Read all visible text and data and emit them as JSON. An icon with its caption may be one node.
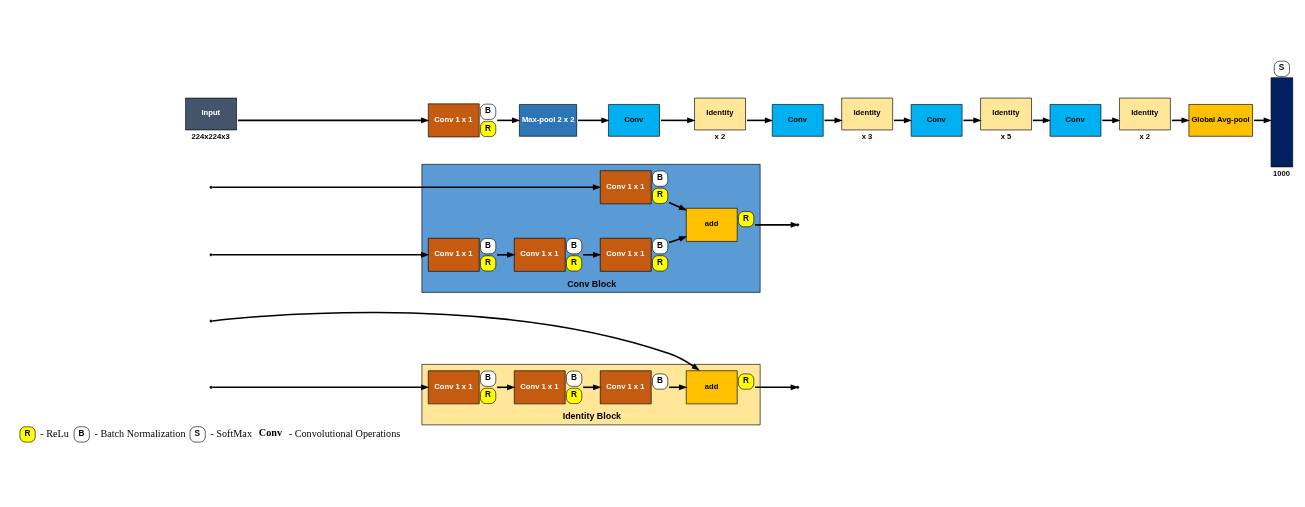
{
  "diagram": {
    "nodes": [
      {
        "text": [
          "Input"
        ],
        "beside": [
          "224x224x3"
        ]
      },
      {
        "text": [
          "Conv 1 x 1"
        ],
        "beside": [
          "B",
          "R"
        ]
      },
      {
        "text": [
          "Max-pool 2 x 2"
        ]
      },
      {
        "text": [
          "Conv"
        ]
      },
      {
        "text": [
          "Identity"
        ],
        "beside": [
          "x 2"
        ]
      },
      {
        "text": [
          "Conv"
        ]
      },
      {
        "text": [
          "Identity"
        ],
        "beside": [
          "x 3"
        ]
      },
      {
        "text": [
          "Conv"
        ]
      },
      {
        "text": [
          "Identity"
        ],
        "beside": [
          "x 5"
        ]
      },
      {
        "text": [
          "Conv"
        ]
      },
      {
        "text": [
          "Identity"
        ],
        "beside": [
          "x 2"
        ]
      },
      {
        "text": [
          "Global Avg-pool"
        ]
      },
      {
        "text": [],
        "shape": "bar",
        "beside": [
          "S",
          "1000"
        ]
      },
      {
        "text": [
          "Conv Block"
        ]
      },
      {
        "text": [
          "Conv 1 x 1"
        ],
        "in": 13,
        "beside": [
          "B",
          "R"
        ]
      },
      {
        "text": [
          "Conv 1 x 1"
        ],
        "in": 13,
        "beside": [
          "B",
          "R"
        ]
      },
      {
        "text": [
          "Conv 1 x 1"
        ],
        "in": 13,
        "beside": [
          "B",
          "R"
        ]
      },
      {
        "text": [
          "add"
        ],
        "in": 13,
        "beside": [
          "R"
        ]
      },
      {
        "text": [
          "Conv 1 x 1"
        ],
        "in": 13,
        "beside": [
          "B",
          "R"
        ]
      },
      {
        "text": [
          "Identity Block"
        ]
      },
      {
        "text": [
          "Conv 1 x 1"
        ],
        "in": 19,
        "beside": [
          "B",
          "R"
        ]
      },
      {
        "text": [
          "Conv 1 x 1"
        ],
        "in": 19,
        "beside": [
          "B",
          "R"
        ]
      },
      {
        "text": [
          "Conv 1 x 1"
        ],
        "in": 19,
        "beside": [
          "B"
        ]
      },
      {
        "text": [
          "add"
        ],
        "in": 19,
        "beside": [
          "R"
        ]
      }
    ],
    "edges": [
      {
        "from": 0,
        "to": 1,
        "arrow": "to"
      },
      {
        "from": 1,
        "to": 2,
        "arrow": "to"
      },
      {
        "from": 2,
        "to": 3,
        "arrow": "to"
      },
      {
        "from": 3,
        "to": 4,
        "arrow": "to"
      },
      {
        "from": 4,
        "to": 5,
        "arrow": "to"
      },
      {
        "from": 5,
        "to": 6,
        "arrow": "to"
      },
      {
        "from": 6,
        "to": 7,
        "arrow": "to"
      },
      {
        "from": 7,
        "to": 8,
        "arrow": "to"
      },
      {
        "from": 8,
        "to": 9,
        "arrow": "to"
      },
      {
        "from": 9,
        "to": 10,
        "arrow": "to"
      },
      {
        "from": 10,
        "to": 11,
        "arrow": "to"
      },
      {
        "from": 11,
        "to": 12,
        "arrow": "to"
      },
      {
        "from": null,
        "to": 14,
        "arrow": "to"
      },
      {
        "from": null,
        "to": 18,
        "arrow": "to"
      },
      {
        "from": 14,
        "to": 15,
        "arrow": "to"
      },
      {
        "from": 15,
        "to": 16,
        "arrow": "to"
      },
      {
        "from": 16,
        "to": 17,
        "arrow": "to"
      },
      {
        "from": 18,
        "to": 17,
        "arrow": "to"
      },
      {
        "from": 17,
        "to": null,
        "arrow": "to"
      },
      {
        "from": null,
        "to": 20,
        "arrow": "to"
      },
      {
        "from": null,
        "to": 23,
        "arrow": "to"
      },
      {
        "from": 20,
        "to": 21,
        "arrow": "to"
      },
      {
        "from": 21,
        "to": 22,
        "arrow": "to"
      },
      {
        "from": 22,
        "to": 23,
        "arrow": "to"
      },
      {
        "from": 23,
        "to": null,
        "arrow": "to"
      }
    ],
    "labels": [
      "R",
      "- ReLu",
      "B",
      "- Batch Normalization",
      "S",
      "- SoftMax",
      "Conv",
      "- Convolutional Operations"
    ]
  }
}
